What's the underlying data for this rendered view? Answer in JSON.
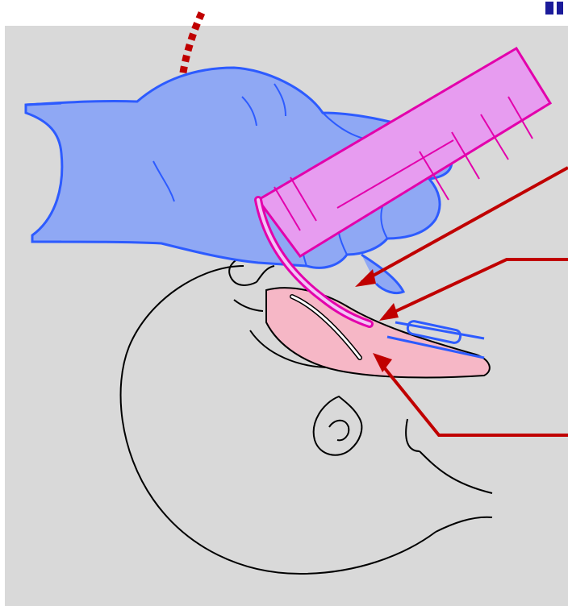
{
  "figure": {
    "background_color": "#d9d9d9",
    "stroke_color": "#000000",
    "glove_color": "#8fa8f4",
    "glove_outline_color": "#2d5bff",
    "laryngoscope_color": "#e79cf0",
    "laryngoscope_outline_color": "#e300ac",
    "mucosa_color": "#f6b7c6",
    "pointer_color": "#c00000",
    "motion_arrow_color": "#c00000",
    "corner_mark_color": "#1b1b9a"
  },
  "parts": {
    "hand": "gloved-hand",
    "tool": "laryngoscope",
    "head": "infant-head",
    "airway": "airway-tube",
    "motion": "rotation-arrow"
  }
}
